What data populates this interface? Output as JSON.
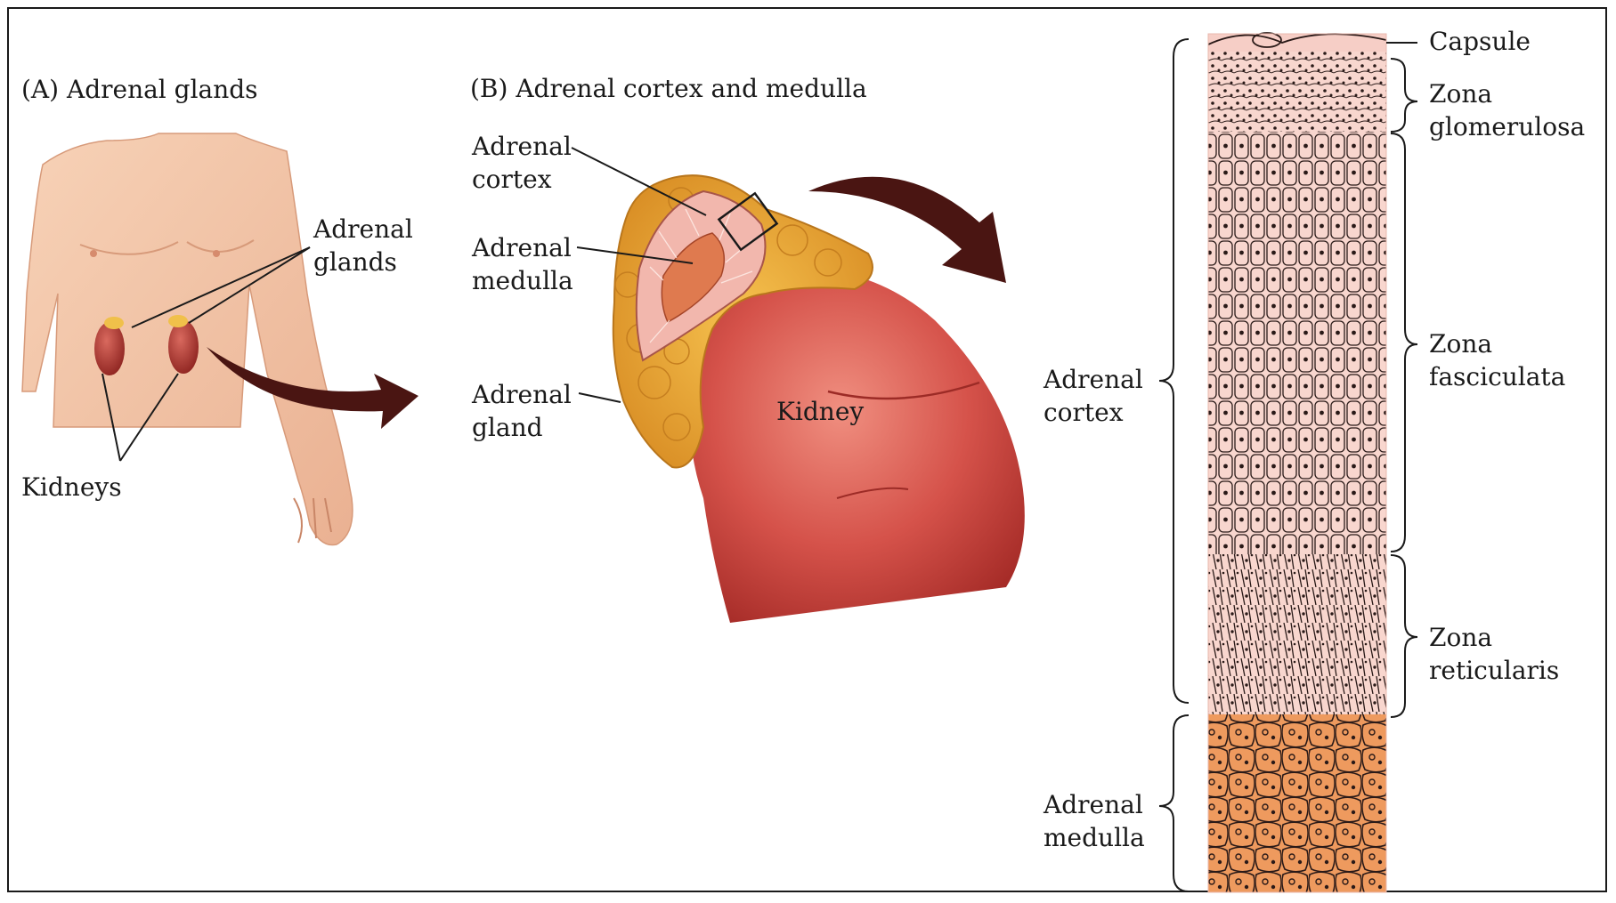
{
  "panels": {
    "a": {
      "title": "(A)  Adrenal glands"
    },
    "b": {
      "title": "(B)  Adrenal cortex and medulla"
    }
  },
  "labels": {
    "adrenal_glands_a": [
      "Adrenal",
      "glands"
    ],
    "kidneys": "Kidneys",
    "adrenal_cortex_b": [
      "Adrenal",
      "cortex"
    ],
    "adrenal_medulla_b": [
      "Adrenal",
      "medulla"
    ],
    "adrenal_gland_b": [
      "Adrenal",
      "gland"
    ],
    "kidney_b": "Kidney",
    "capsule": "Capsule",
    "zona_glomerulosa": [
      "Zona",
      "glomerulosa"
    ],
    "zona_fasciculata": [
      "Zona",
      "fasciculata"
    ],
    "zona_reticularis": [
      "Zona",
      "reticularis"
    ],
    "adrenal_cortex_c": [
      "Adrenal",
      "cortex"
    ],
    "adrenal_medulla_c": [
      "Adrenal",
      "medulla"
    ]
  },
  "colors": {
    "skin": "#f4c6a6",
    "kidney": "#c8413a",
    "adrenal_fat": "#e9a93a",
    "cortex_tissue": "#f7d3cb",
    "medulla_tissue": "#ee9a5e",
    "arrow": "#4a1512"
  }
}
